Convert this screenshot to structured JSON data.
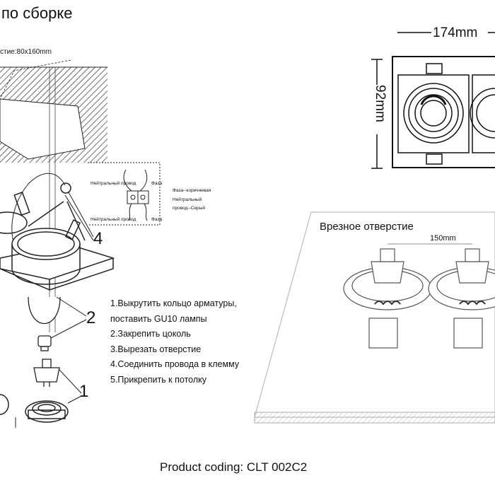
{
  "title": "по сборке",
  "hole_label": "стие:80x160mm",
  "dimensions": {
    "width": "174mm",
    "height": "92mm"
  },
  "cutout": {
    "title": "Врезное отверстие",
    "spacing": "150mm"
  },
  "wiring": {
    "neutral_top": "Нейтральный провод",
    "phase_top": "Фаза",
    "neutral_bottom": "Нейтральный провод",
    "phase_bottom": "Фаза",
    "legend_phase": "Фаза--коричневая",
    "legend_neutral_1": "Нейтральный",
    "legend_neutral_2": "провод--Серый"
  },
  "callouts": {
    "four": "4",
    "two": "2",
    "one": "1"
  },
  "steps": [
    "1.Выкрутить кольцо арматуры,",
    "поставить GU10 лампы",
    "2.Закрепить цоколь",
    "3.Вырезать отверстие",
    "4.Соединить провода в клемму",
    "5.Прикрепить к потолку"
  ],
  "product": "Product coding: CLT 002C2"
}
